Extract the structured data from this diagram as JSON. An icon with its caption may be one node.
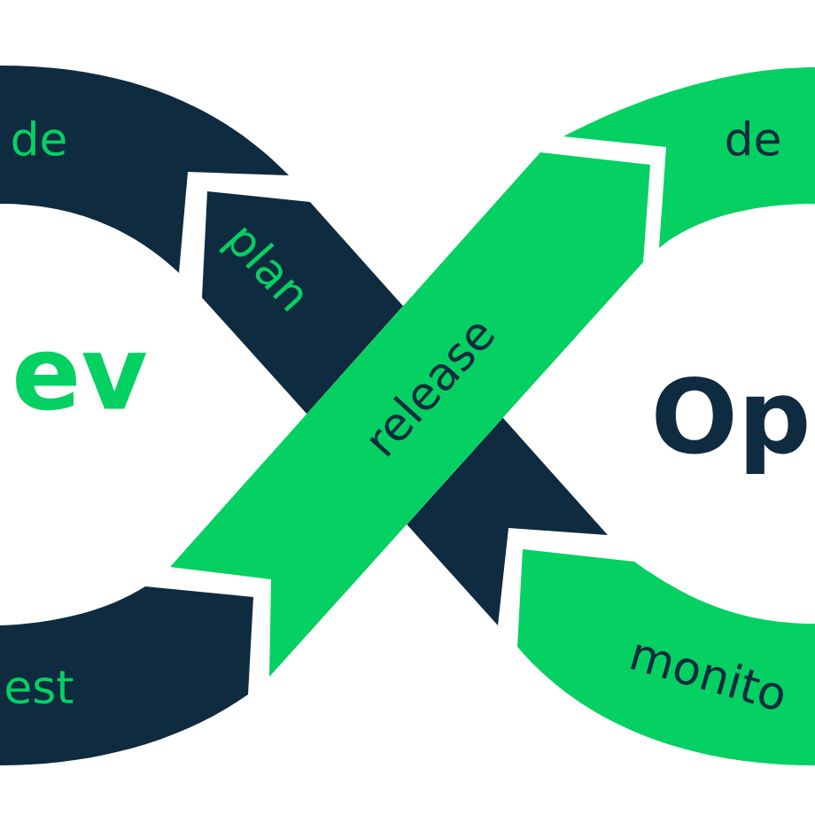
{
  "diagram": {
    "nodes": [
      {
        "text": [
          "de"
        ]
      },
      {
        "text": [
          "plan"
        ]
      },
      {
        "text": [
          "de"
        ]
      },
      {
        "text": [
          "release"
        ]
      },
      {
        "text": [
          "monito"
        ]
      },
      {
        "text": [
          "est"
        ]
      }
    ],
    "labels": [
      "ev",
      "Op"
    ]
  }
}
